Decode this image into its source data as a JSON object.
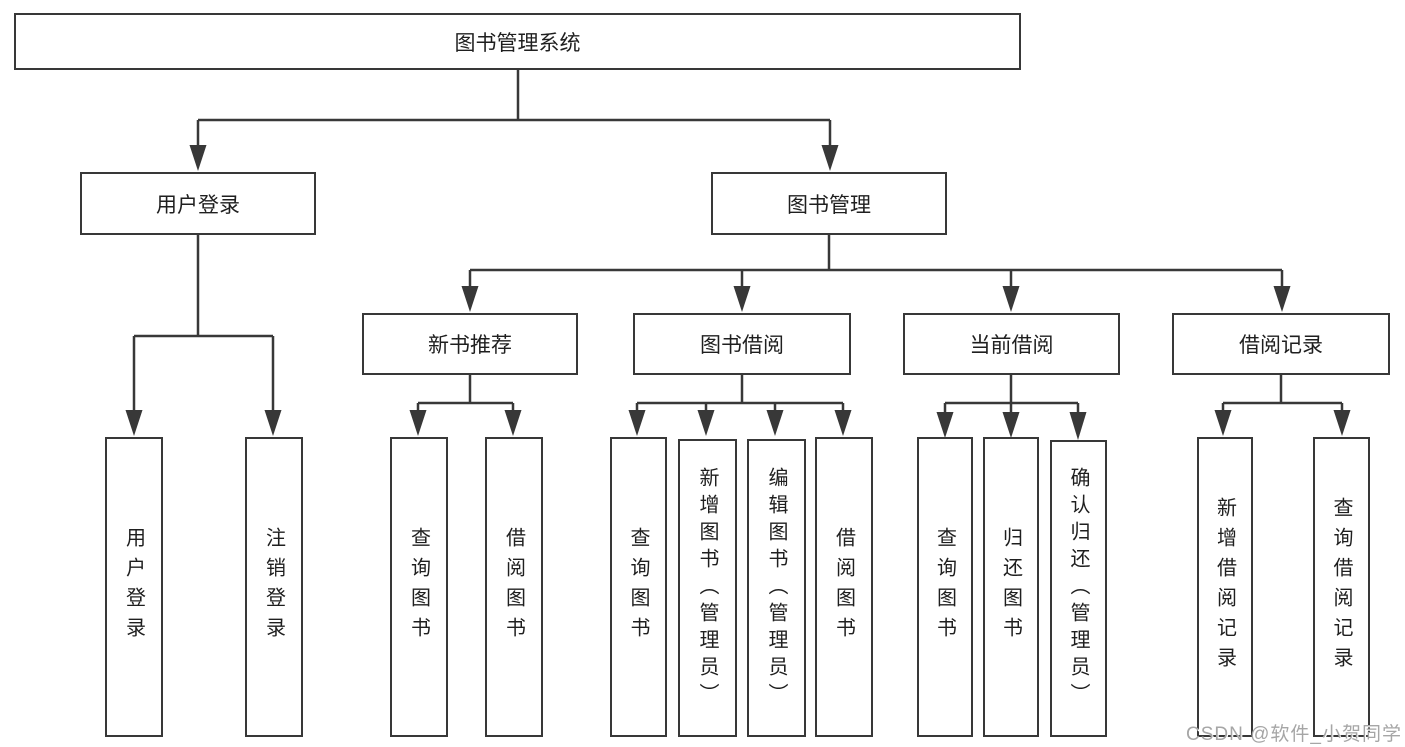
{
  "diagram": {
    "title_node": {
      "label": "图书管理系统"
    },
    "user_login": {
      "label": "用户登录",
      "children": [
        {
          "label": "用户登录"
        },
        {
          "label": "注销登录"
        }
      ]
    },
    "book_mgmt": {
      "label": "图书管理",
      "sections": {
        "new_book_rec": {
          "label": "新书推荐",
          "children": [
            {
              "label": "查询图书"
            },
            {
              "label": "借阅图书"
            }
          ]
        },
        "book_borrow": {
          "label": "图书借阅",
          "children": [
            {
              "label": "查询图书"
            },
            {
              "label": "新增图书（管理员）"
            },
            {
              "label": "编辑图书（管理员）"
            },
            {
              "label": "借阅图书"
            }
          ]
        },
        "current_borrow": {
          "label": "当前借阅",
          "children": [
            {
              "label": "查询图书"
            },
            {
              "label": "归还图书"
            },
            {
              "label": "确认归还（管理员）"
            }
          ]
        },
        "borrow_records": {
          "label": "借阅记录",
          "children": [
            {
              "label": "新增借阅记录"
            },
            {
              "label": "查询借阅记录"
            }
          ]
        }
      }
    }
  },
  "watermark": {
    "text": "CSDN @软件_小贺同学"
  },
  "colors": {
    "line": "#383838",
    "box_border": "#383838",
    "text": "#1f1f1f",
    "watermark": "#a6a6a6",
    "background": "#ffffff"
  }
}
